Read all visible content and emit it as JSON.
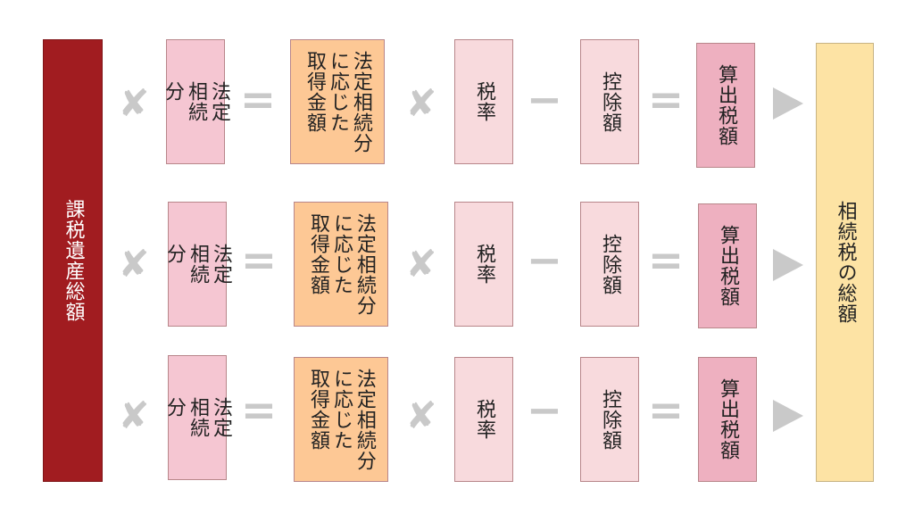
{
  "left_total": {
    "label": "課税遺産総額"
  },
  "right_total": {
    "label": "相続税の総額"
  },
  "operators": {
    "times": "✘",
    "equals": "=",
    "minus": "−"
  },
  "rows": [
    {
      "legal_share": "法定\n相続\n分",
      "acquisition": "法定相続分\nに応じた\n取得金額",
      "rate": "税率",
      "deduction": "控除額",
      "calculated_tax": "算出税額"
    },
    {
      "legal_share": "法定\n相続\n分",
      "acquisition": "法定相続分\nに応じた\n取得金額",
      "rate": "税率",
      "deduction": "控除額",
      "calculated_tax": "算出税額"
    },
    {
      "legal_share": "法定\n相続\n分",
      "acquisition": "法定相続分\nに応じた\n取得金額",
      "rate": "税率",
      "deduction": "控除額",
      "calculated_tax": "算出税額"
    }
  ],
  "colors": {
    "left_total": "#a11c20",
    "right_total": "#fde3a4",
    "legal_share": "#f5c6d2",
    "acquisition": "#fdc895",
    "rate": "#f8dadd",
    "deduction": "#f8dadd",
    "calculated_tax": "#eeb0c0",
    "operator": "#c9c9c9"
  }
}
